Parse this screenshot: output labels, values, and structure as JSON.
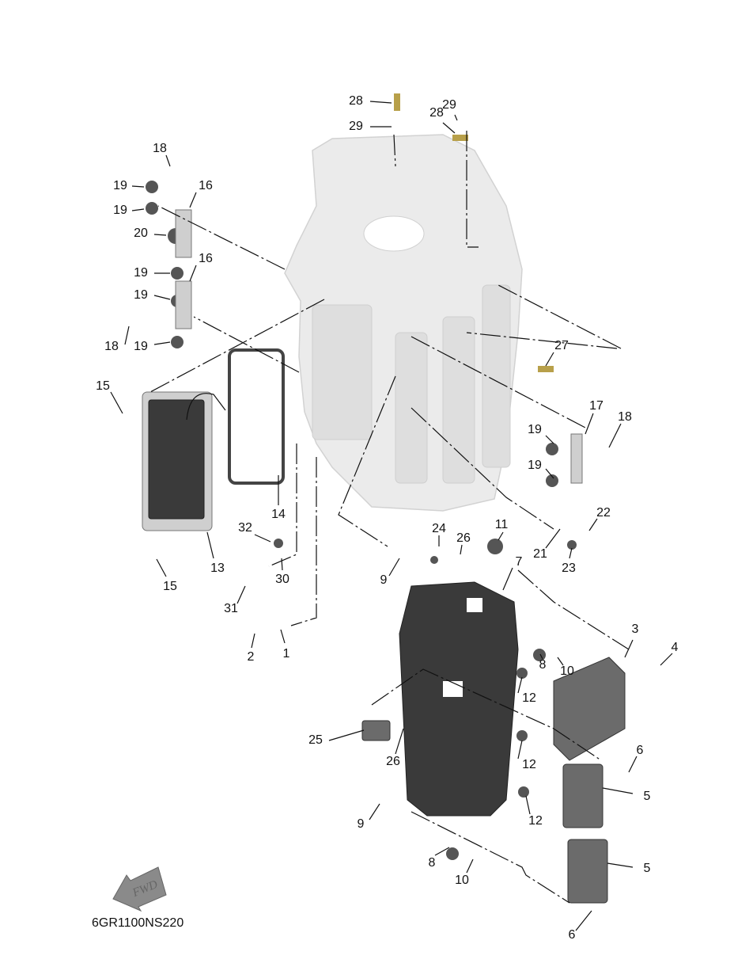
{
  "diagram_code": "6GR1100NS220",
  "fwd_label": "FWD",
  "callouts": [
    "28",
    "29",
    "28",
    "29",
    "18",
    "19",
    "16",
    "19",
    "20",
    "16",
    "19",
    "19",
    "18",
    "19",
    "27",
    "15",
    "17",
    "18",
    "19",
    "19",
    "14",
    "22",
    "11",
    "24",
    "26",
    "32",
    "21",
    "23",
    "13",
    "7",
    "9",
    "15",
    "30",
    "31",
    "3",
    "4",
    "2",
    "1",
    "8",
    "10",
    "12",
    "25",
    "26",
    "6",
    "12",
    "5",
    "9",
    "12",
    "8",
    "10",
    "5",
    "6"
  ]
}
